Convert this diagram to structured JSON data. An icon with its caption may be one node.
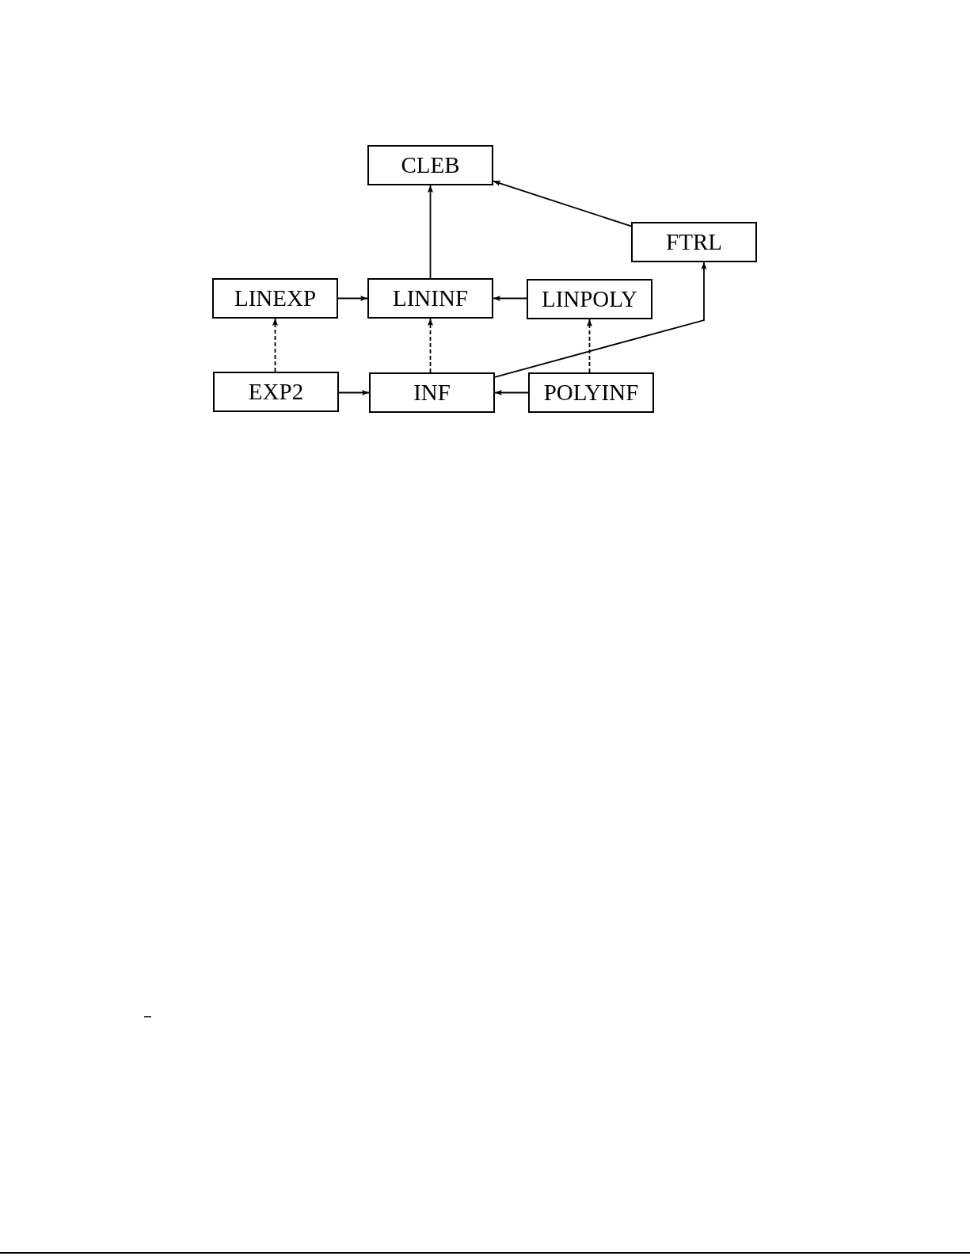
{
  "diagram": {
    "nodes": [
      {
        "text": [
          "CLEB"
        ]
      },
      {
        "text": [
          "FTRL"
        ]
      },
      {
        "text": [
          "LINEXP"
        ]
      },
      {
        "text": [
          "LININF"
        ]
      },
      {
        "text": [
          "LINPOLY"
        ]
      },
      {
        "text": [
          "EXP2"
        ]
      },
      {
        "text": [
          "INF"
        ]
      },
      {
        "text": [
          "POLYINF"
        ]
      }
    ],
    "edges": [
      {
        "from": 3,
        "to": 0,
        "arrow": "to"
      },
      {
        "from": 1,
        "to": 0,
        "arrow": "to"
      },
      {
        "from": 2,
        "to": 3,
        "arrow": "to"
      },
      {
        "from": 4,
        "to": 3,
        "arrow": "to"
      },
      {
        "from": 5,
        "to": 2,
        "arrow": "to",
        "style": "dashed"
      },
      {
        "from": 6,
        "to": 3,
        "arrow": "to",
        "style": "dashed"
      },
      {
        "from": 7,
        "to": 4,
        "arrow": "to",
        "style": "dashed"
      },
      {
        "from": 5,
        "to": 6,
        "arrow": "to"
      },
      {
        "from": 7,
        "to": 6,
        "arrow": "to"
      },
      {
        "from": 6,
        "to": 1,
        "arrow": "to"
      }
    ]
  }
}
